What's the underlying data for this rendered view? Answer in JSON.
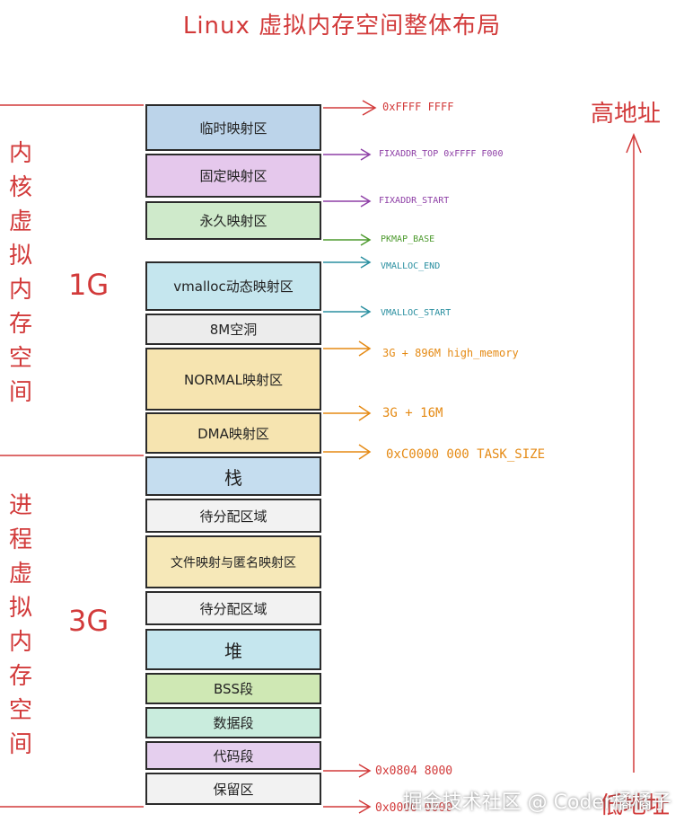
{
  "title": "Linux 虚拟内存空间整体布局",
  "kernel_label": "内核虚拟内存空间",
  "kernel_size": "1G",
  "user_label": "进程虚拟内存空间",
  "user_size": "3G",
  "high_addr_label": "高地址",
  "low_addr_label": "低地址",
  "segments": [
    {
      "label": "临时映射区",
      "color": "#bcd4ea"
    },
    {
      "label": "固定映射区",
      "color": "#e5c8ec"
    },
    {
      "label": "永久映射区",
      "color": "#cfeacb"
    },
    {
      "label": "vmalloc动态映射区",
      "color": "#c5e6ee"
    },
    {
      "label": "8M空洞",
      "color": "#ececec"
    },
    {
      "label": "NORMAL映射区",
      "color": "#f6e4b0"
    },
    {
      "label": "DMA映射区",
      "color": "#f6e4b0"
    },
    {
      "label": "栈",
      "color": "#c5ddef"
    },
    {
      "label": "待分配区域",
      "color": "#f2f2f2"
    },
    {
      "label": "文件映射与匿名映射区",
      "color": "#f6e8b8"
    },
    {
      "label": "待分配区域",
      "color": "#f2f2f2"
    },
    {
      "label": "堆",
      "color": "#c5e6ee"
    },
    {
      "label": "BSS段",
      "color": "#cfe8b4"
    },
    {
      "label": "数据段",
      "color": "#c9ecdd"
    },
    {
      "label": "代码段",
      "color": "#e5cfee"
    },
    {
      "label": "保留区",
      "color": "#f2f2f2"
    }
  ],
  "addresses": [
    {
      "text": "0xFFFF FFFF",
      "color": "#d23a3a"
    },
    {
      "text": "FIXADDR_TOP  0xFFFF F000",
      "color": "#8e3fa6"
    },
    {
      "text": "FIXADDR_START",
      "color": "#8e3fa6"
    },
    {
      "text": "PKMAP_BASE",
      "color": "#4d9a2e"
    },
    {
      "text": "VMALLOC_END",
      "color": "#2a8fa0"
    },
    {
      "text": "VMALLOC_START",
      "color": "#2a8fa0"
    },
    {
      "text": "3G + 896M  high_memory",
      "color": "#e58a14"
    },
    {
      "text": "3G + 16M",
      "color": "#e58a14"
    },
    {
      "text": "0xC0000 000  TASK_SIZE",
      "color": "#e58a14"
    },
    {
      "text": "0x0804 8000",
      "color": "#d23a3a"
    },
    {
      "text": "0x0000 0000",
      "color": "#d23a3a"
    }
  ],
  "watermark": "掘金技术社区 @ Coder橘橘子"
}
